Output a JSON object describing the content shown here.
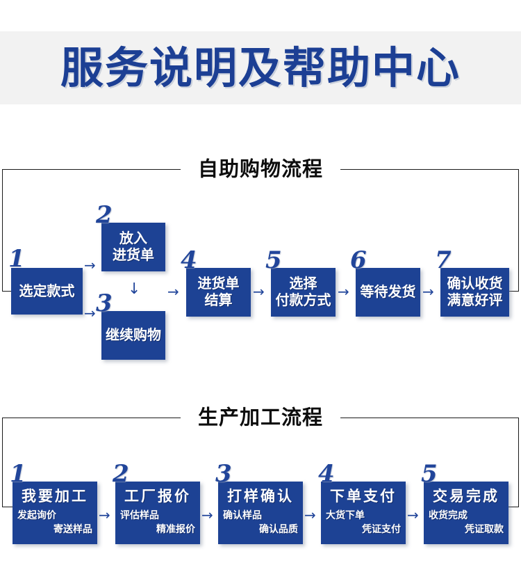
{
  "header": {
    "title": "服务说明及帮助中心",
    "band_color": "#f2f2f2",
    "title_color": "#1c3f94"
  },
  "theme": {
    "node_fill": "#1d4294",
    "node_text": "#ffffff",
    "numeral_color": "#21459a",
    "arrow_color": "#21459a",
    "frame_color": "#1a1a1a"
  },
  "sections": [
    {
      "caption": "自助购物流程",
      "nodes": [
        {
          "num": "1",
          "lines": [
            "选定款式"
          ]
        },
        {
          "num": "2",
          "lines": [
            "放入",
            "进货单"
          ]
        },
        {
          "num": "3",
          "lines": [
            "继续购物"
          ]
        },
        {
          "num": "4",
          "lines": [
            "进货单",
            "结算"
          ]
        },
        {
          "num": "5",
          "lines": [
            "选择",
            "付款方式"
          ]
        },
        {
          "num": "6",
          "lines": [
            "等待发货"
          ]
        },
        {
          "num": "7",
          "lines": [
            "确认收货",
            "满意好评"
          ]
        }
      ],
      "arrows": [
        "→",
        "→",
        "↓",
        "→",
        "→",
        "→",
        "→"
      ]
    },
    {
      "caption": "生产加工流程",
      "nodes": [
        {
          "num": "1",
          "head": "我要加工",
          "sub1": "发起询价",
          "sub2": "寄送样品"
        },
        {
          "num": "2",
          "head": "工厂报价",
          "sub1": "评估样品",
          "sub2": "精准报价"
        },
        {
          "num": "3",
          "head": "打样确认",
          "sub1": "确认样品",
          "sub2": "确认品质"
        },
        {
          "num": "4",
          "head": "下单支付",
          "sub1": "大货下单",
          "sub2": "凭证支付"
        },
        {
          "num": "5",
          "head": "交易完成",
          "sub1": "收货完成",
          "sub2": "凭证取款"
        }
      ],
      "arrows": [
        "→",
        "→",
        "→",
        "→"
      ]
    }
  ]
}
